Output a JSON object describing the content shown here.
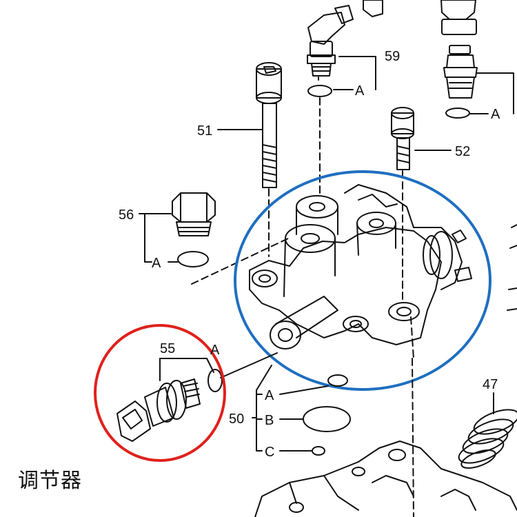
{
  "callouts": {
    "c59": "59",
    "c51": "51",
    "c52": "52",
    "c56": "56",
    "c55": "55",
    "c50": "50",
    "c47": "47",
    "a_59": "A",
    "a_right": "A",
    "a_56": "A",
    "a_55": "A",
    "a_50": "A",
    "b_50": "B",
    "c_50": "C"
  },
  "caption": "调节器",
  "colors": {
    "highlight_blue": "#1f6fc0",
    "highlight_red": "#e0201c",
    "line": "#111111"
  }
}
